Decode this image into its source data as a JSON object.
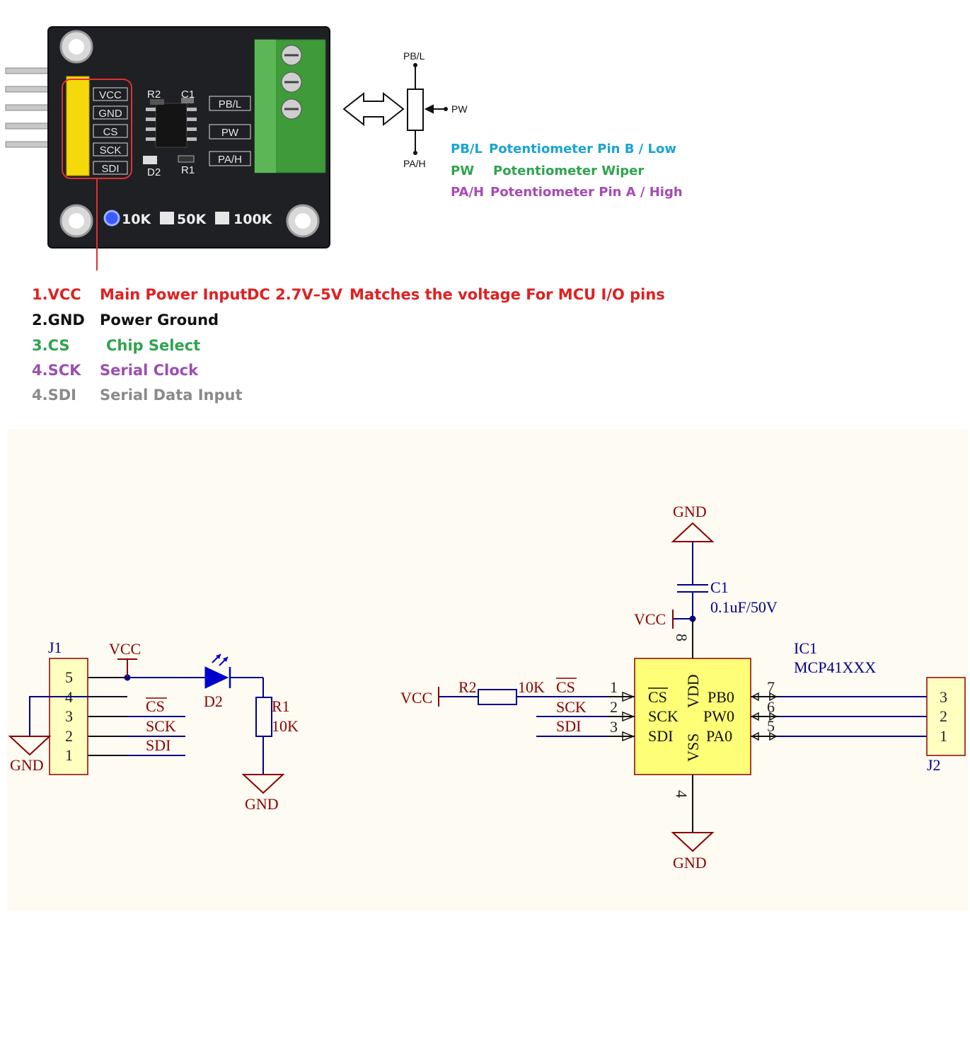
{
  "board": {
    "silk_pins": [
      "VCC",
      "GND",
      "CS",
      "SCK",
      "SDI"
    ],
    "silk_right": [
      "PB/L",
      "PW",
      "PA/H"
    ],
    "parts": [
      "R2",
      "C1",
      "D2",
      "R1"
    ],
    "options": [
      "10K",
      "50K",
      "100K"
    ]
  },
  "pot_symbol": {
    "top": "PB/L",
    "wiper": "PW",
    "bottom": "PA/H"
  },
  "pot_legend": [
    {
      "name": "PB/L",
      "desc": "Potentiometer Pin B / Low",
      "color": "#1aa3d6"
    },
    {
      "name": "PW",
      "desc": "Potentiometer Wiper",
      "color": "#2ea44f"
    },
    {
      "name": "PA/H",
      "desc": "Potentiometer Pin A / High",
      "color": "#a64bb4"
    }
  ],
  "pin_table": [
    {
      "pin": "1.VCC",
      "desc": "Main Power Input",
      "extra1": "DC 2.7V–5V",
      "extra2": "Matches the voltage For MCU I/O pins",
      "color": "#e02020"
    },
    {
      "pin": "2.GND",
      "desc": "Power Ground",
      "color": "#111111"
    },
    {
      "pin": "3.CS",
      "desc": "Chip Select",
      "color": "#2ea44f"
    },
    {
      "pin": "4.SCK",
      "desc": "Serial Clock",
      "color": "#9b4fb0"
    },
    {
      "pin": "4.SDI",
      "desc": "Serial Data Input",
      "color": "#8a8a8a"
    }
  ],
  "schematic": {
    "j1": {
      "ref": "J1",
      "pins": [
        "5",
        "4",
        "3",
        "2",
        "1"
      ]
    },
    "nets": {
      "vcc": "VCC",
      "gnd": "GND",
      "cs": "CS",
      "sck": "SCK",
      "sdi": "SDI"
    },
    "d2": {
      "ref": "D2"
    },
    "r1": {
      "ref": "R1",
      "value": "10K"
    },
    "r2": {
      "ref": "R2",
      "value": "10K"
    },
    "c1": {
      "ref": "C1",
      "value": "0.1uF/50V"
    },
    "ic1": {
      "ref": "IC1",
      "value": "MCP41XXX",
      "left_pins": [
        {
          "num": "1",
          "name": "CS"
        },
        {
          "num": "2",
          "name": "SCK"
        },
        {
          "num": "3",
          "name": "SDI"
        }
      ],
      "right_pins": [
        {
          "num": "7",
          "name": "PB0"
        },
        {
          "num": "6",
          "name": "PW0"
        },
        {
          "num": "5",
          "name": "PA0"
        }
      ],
      "top_pin": {
        "num": "8",
        "name": "VDD"
      },
      "bottom_pin": {
        "num": "4",
        "name": "VSS"
      }
    },
    "j2": {
      "ref": "J2",
      "pins": [
        "3",
        "2",
        "1"
      ]
    }
  }
}
